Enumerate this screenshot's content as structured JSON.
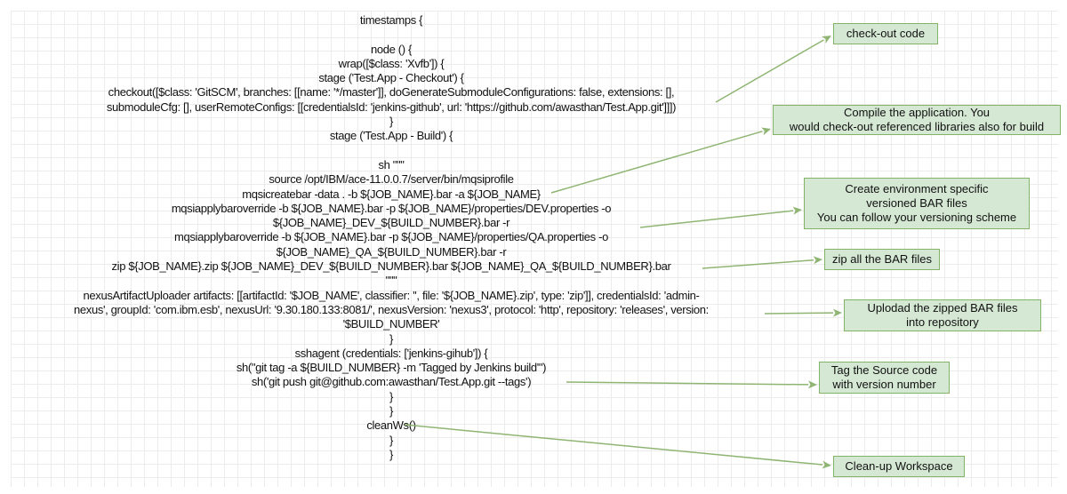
{
  "code_lines": [
    "timestamps {",
    "",
    "node () {",
    "wrap([$class: 'Xvfb']) {",
    "stage ('Test.App - Checkout') {",
    "checkout([$class: 'GitSCM', branches: [[name: '*/master']], doGenerateSubmoduleConfigurations: false, extensions: [],",
    "submoduleCfg: [], userRemoteConfigs: [[credentialsId: 'jenkins-github', url: 'https://github.com/awasthan/Test.App.git']]])",
    "}",
    "stage ('Test.App - Build') {",
    "",
    "sh \"\"\"",
    "source /opt/IBM/ace-11.0.0.7/server/bin/mqsiprofile",
    "mqsicreatebar -data . -b ${JOB_NAME}.bar -a ${JOB_NAME}",
    "mqsiapplybaroverride -b ${JOB_NAME}.bar -p ${JOB_NAME}/properties/DEV.properties -o",
    "${JOB_NAME}_DEV_${BUILD_NUMBER}.bar -r",
    "mqsiapplybaroverride -b ${JOB_NAME}.bar -p ${JOB_NAME}/properties/QA.properties -o",
    "${JOB_NAME}_QA_${BUILD_NUMBER}.bar -r",
    "zip ${JOB_NAME}.zip ${JOB_NAME}_DEV_${BUILD_NUMBER}.bar ${JOB_NAME}_QA_${BUILD_NUMBER}.bar",
    "\"\"\"",
    "nexusArtifactUploader artifacts: [[artifactId: '$JOB_NAME', classifier: '', file: '${JOB_NAME}.zip', type: 'zip']], credentialsId: 'admin-",
    "nexus', groupId: 'com.ibm.esb', nexusUrl: '9.30.180.133:8081/', nexusVersion: 'nexus3', protocol: 'http', repository: 'releases', version:",
    "'$BUILD_NUMBER'",
    "}",
    "sshagent (credentials: ['jenkins-gihub']) {",
    "sh(\"git tag -a ${BUILD_NUMBER} -m 'Tagged by Jenkins build'\")",
    "sh('git push git@github.com:awasthan/Test.App.git --tags')",
    "}",
    "}",
    "cleanWs()",
    "}",
    "}"
  ],
  "notes": [
    {
      "lines": [
        "check-out code"
      ]
    },
    {
      "lines": [
        "Compile the application. You",
        "would check-out referenced libraries also for build"
      ]
    },
    {
      "lines": [
        "Create environment specific",
        "versioned BAR files",
        "You can follow your versioning scheme"
      ]
    },
    {
      "lines": [
        "zip all the BAR files"
      ]
    },
    {
      "lines": [
        "Uplodad the zipped BAR files",
        "into repository"
      ]
    },
    {
      "lines": [
        "Tag the Source code",
        "with version number"
      ]
    },
    {
      "lines": [
        "Clean-up Workspace"
      ]
    }
  ],
  "colors": {
    "note_fill": "#d5e8d4",
    "note_border": "#82b366",
    "arrow": "#8fb573"
  }
}
